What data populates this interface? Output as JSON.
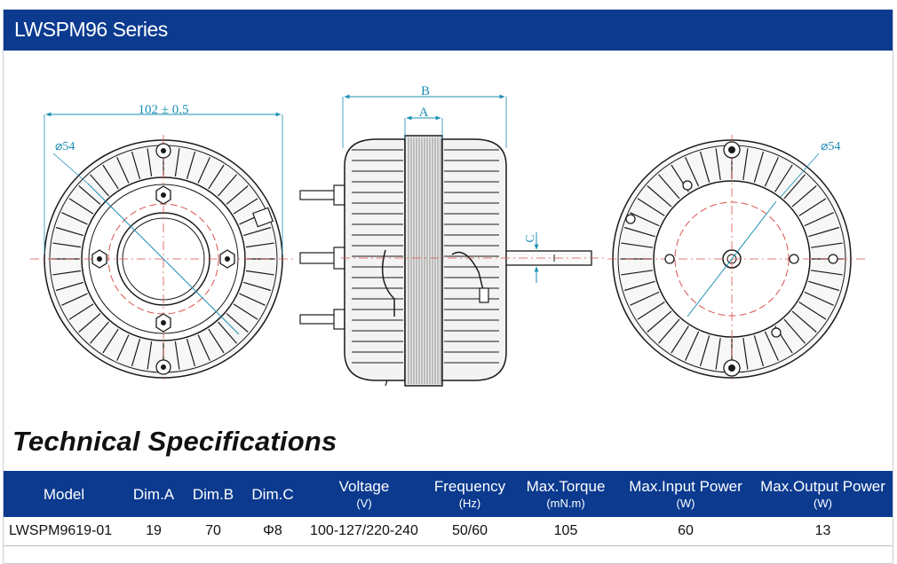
{
  "header": {
    "title": "LWSPM96 Series"
  },
  "drawing": {
    "dim_overall_width": "102 ± 0.5",
    "dim_bolt_circle_front": "⌀54",
    "dim_bolt_circle_rear": "⌀54",
    "label_a": "A",
    "label_b": "B",
    "label_c": "C",
    "line_color": "#1a1a1a",
    "dimension_color": "#1b8fb3",
    "centerline_color": "#d9534f"
  },
  "specs": {
    "heading": "Technical Specifications",
    "header_bg": "#0b3a8f",
    "columns": [
      {
        "name": "Model",
        "unit": ""
      },
      {
        "name": "Dim.A",
        "unit": ""
      },
      {
        "name": "Dim.B",
        "unit": ""
      },
      {
        "name": "Dim.C",
        "unit": ""
      },
      {
        "name": "Voltage",
        "unit": "(V)"
      },
      {
        "name": "Frequency",
        "unit": "(Hz)"
      },
      {
        "name": "Max.Torque",
        "unit": "(mN.m)"
      },
      {
        "name": "Max.Input Power",
        "unit": "(W)"
      },
      {
        "name": "Max.Output Power",
        "unit": "(W)"
      }
    ],
    "rows": [
      [
        "LWSPM9619-01",
        "19",
        "70",
        "Φ8",
        "100-127/220-240",
        "50/60",
        "105",
        "60",
        "13"
      ]
    ]
  }
}
